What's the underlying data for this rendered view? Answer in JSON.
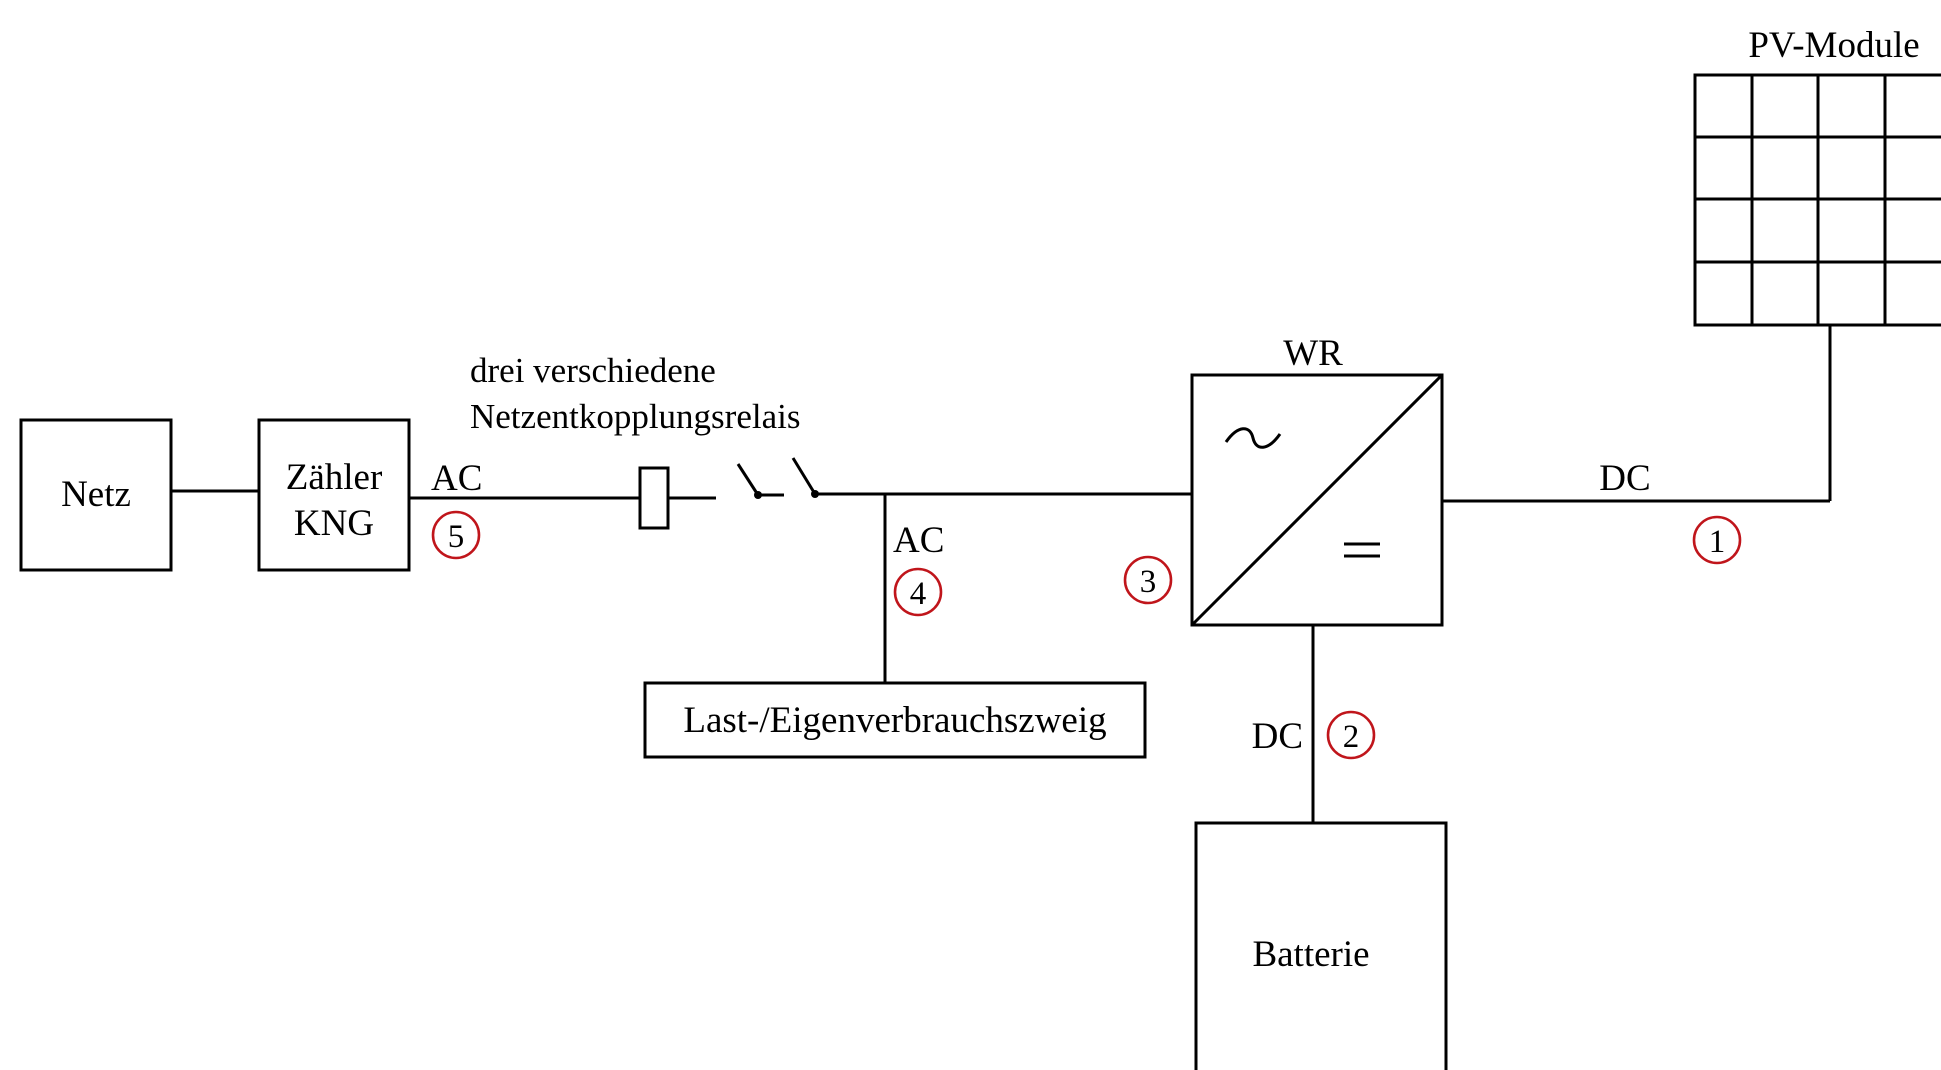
{
  "diagram": {
    "netz_label": "Netz",
    "meter_label_line1": "Zähler",
    "meter_label_line2": "KNG",
    "ac_label_left": "AC",
    "relais_caption_line1": "drei verschiedene",
    "relais_caption_line2": "Netzentkopplungsrelais",
    "ac_label_branch": "AC",
    "load_label": "Last-/Eigenverbrauchszweig",
    "inverter_label": "WR",
    "inverter_ac_symbol": "~",
    "inverter_dc_symbol": "=",
    "dc_label_pv": "DC",
    "dc_label_battery": "DC",
    "battery_label": "Batterie",
    "pv_label": "PV-Module",
    "markers": [
      "1",
      "2",
      "3",
      "4",
      "5"
    ],
    "colors": {
      "line": "#000000",
      "marker": "#c0151b"
    }
  }
}
